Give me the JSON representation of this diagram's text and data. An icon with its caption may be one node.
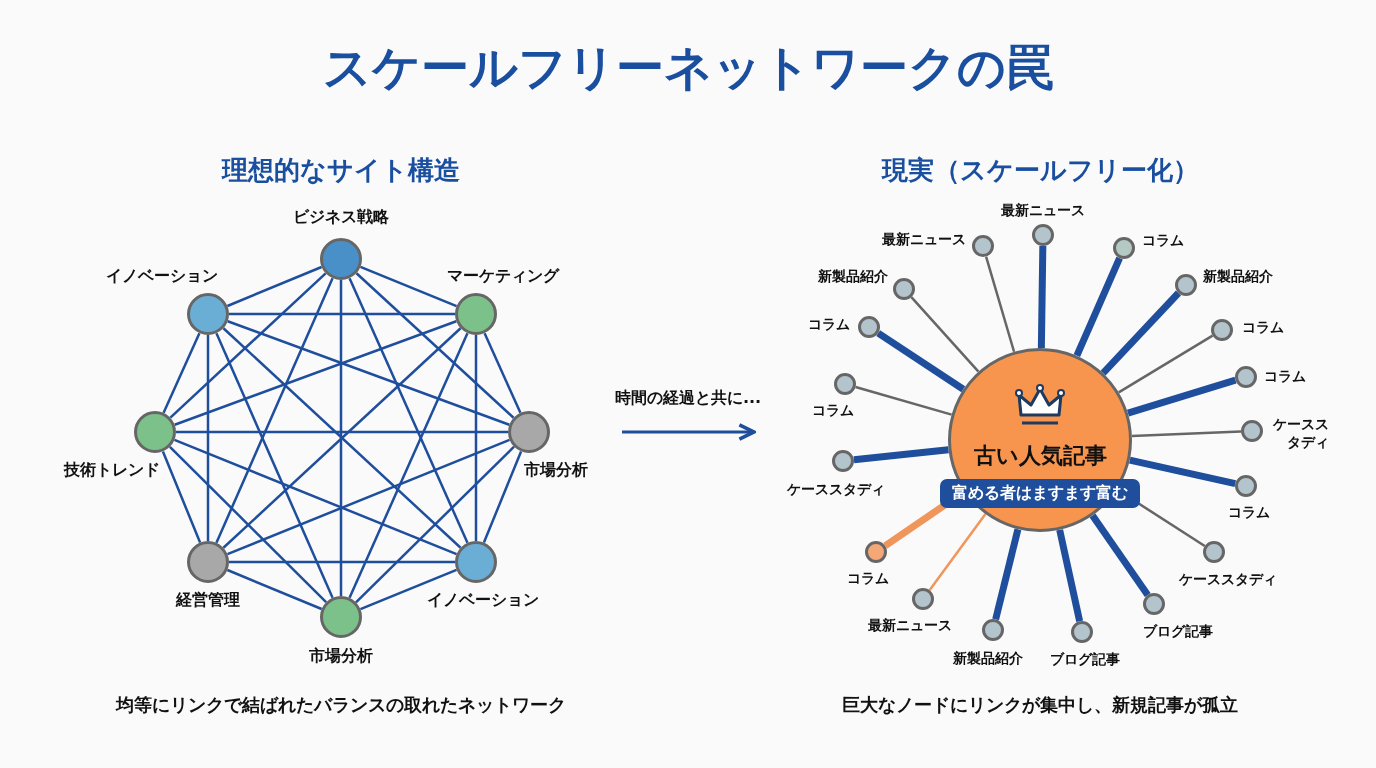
{
  "diagram": {
    "title": "スケールフリーネットワークの罠",
    "nodes": [
      {
        "text": [
          "ビジネス戦略"
        ]
      },
      {
        "text": [
          "マーケティング"
        ]
      },
      {
        "text": [
          "市場分析"
        ]
      },
      {
        "text": [
          "イノベーション"
        ]
      },
      {
        "text": [
          "市場分析"
        ]
      },
      {
        "text": [
          "経営管理"
        ]
      },
      {
        "text": [
          "技術トレンド"
        ]
      },
      {
        "text": [
          "イノベーション"
        ]
      },
      {
        "text": [
          "古い人気記事",
          "富める者はますます富む"
        ]
      },
      {
        "text": [
          "最新ニュース"
        ]
      },
      {
        "text": [
          "コラム"
        ]
      },
      {
        "text": [
          "新製品紹介"
        ]
      },
      {
        "text": [
          "コラム"
        ]
      },
      {
        "text": [
          "コラム"
        ]
      },
      {
        "text": [
          "ケーススタディ"
        ]
      },
      {
        "text": [
          "コラム"
        ]
      },
      {
        "text": [
          "ケーススタディ"
        ]
      },
      {
        "text": [
          "ブログ記事"
        ]
      },
      {
        "text": [
          "ブログ記事"
        ]
      },
      {
        "text": [
          "新製品紹介"
        ]
      },
      {
        "text": [
          "最新ニュース"
        ]
      },
      {
        "text": [
          "コラム"
        ]
      },
      {
        "text": [
          "ケーススタディ"
        ]
      },
      {
        "text": [
          "コラム"
        ]
      },
      {
        "text": [
          "コラム"
        ]
      },
      {
        "text": [
          "新製品紹介"
        ]
      },
      {
        "text": [
          "最新ニュース"
        ]
      }
    ],
    "edges": [
      {
        "from": 0,
        "to": 1,
        "arrow": "none"
      },
      {
        "from": 0,
        "to": 2,
        "arrow": "none"
      },
      {
        "from": 0,
        "to": 3,
        "arrow": "none"
      },
      {
        "from": 0,
        "to": 4,
        "arrow": "none"
      },
      {
        "from": 0,
        "to": 5,
        "arrow": "none"
      },
      {
        "from": 0,
        "to": 6,
        "arrow": "none"
      },
      {
        "from": 0,
        "to": 7,
        "arrow": "none"
      },
      {
        "from": 1,
        "to": 2,
        "arrow": "none"
      },
      {
        "from": 1,
        "to": 3,
        "arrow": "none"
      },
      {
        "from": 1,
        "to": 4,
        "arrow": "none"
      },
      {
        "from": 1,
        "to": 5,
        "arrow": "none"
      },
      {
        "from": 1,
        "to": 6,
        "arrow": "none"
      },
      {
        "from": 1,
        "to": 7,
        "arrow": "none"
      },
      {
        "from": 2,
        "to": 3,
        "arrow": "none"
      },
      {
        "from": 2,
        "to": 4,
        "arrow": "none"
      },
      {
        "from": 2,
        "to": 5,
        "arrow": "none"
      },
      {
        "from": 2,
        "to": 6,
        "arrow": "none"
      },
      {
        "from": 2,
        "to": 7,
        "arrow": "none"
      },
      {
        "from": 3,
        "to": 4,
        "arrow": "none"
      },
      {
        "from": 3,
        "to": 5,
        "arrow": "none"
      },
      {
        "from": 3,
        "to": 6,
        "arrow": "none"
      },
      {
        "from": 3,
        "to": 7,
        "arrow": "none"
      },
      {
        "from": 4,
        "to": 5,
        "arrow": "none"
      },
      {
        "from": 4,
        "to": 6,
        "arrow": "none"
      },
      {
        "from": 4,
        "to": 7,
        "arrow": "none"
      },
      {
        "from": 5,
        "to": 6,
        "arrow": "none"
      },
      {
        "from": 5,
        "to": 7,
        "arrow": "none"
      },
      {
        "from": 6,
        "to": 7,
        "arrow": "none"
      },
      {
        "from": 8,
        "to": 9,
        "arrow": "none",
        "style": "thick"
      },
      {
        "from": 8,
        "to": 10,
        "arrow": "none",
        "style": "thick"
      },
      {
        "from": 8,
        "to": 11,
        "arrow": "none",
        "style": "thick"
      },
      {
        "from": 8,
        "to": 12,
        "arrow": "none",
        "color": "#666666"
      },
      {
        "from": 8,
        "to": 13,
        "arrow": "none",
        "style": "thick"
      },
      {
        "from": 8,
        "to": 14,
        "arrow": "none",
        "color": "#666666"
      },
      {
        "from": 8,
        "to": 15,
        "arrow": "none",
        "style": "thick"
      },
      {
        "from": 8,
        "to": 16,
        "arrow": "none",
        "color": "#666666"
      },
      {
        "from": 8,
        "to": 17,
        "arrow": "none",
        "style": "thick"
      },
      {
        "from": 8,
        "to": 18,
        "arrow": "none",
        "style": "thick"
      },
      {
        "from": 8,
        "to": 19,
        "arrow": "none",
        "style": "thick"
      },
      {
        "from": 8,
        "to": 20,
        "arrow": "none",
        "color": "#f0965a"
      },
      {
        "from": 8,
        "to": 21,
        "arrow": "none",
        "style": "thick",
        "color": "#f0965a"
      },
      {
        "from": 8,
        "to": 22,
        "arrow": "none",
        "style": "thick"
      },
      {
        "from": 8,
        "to": 23,
        "arrow": "none",
        "color": "#666666"
      },
      {
        "from": 8,
        "to": 24,
        "arrow": "none",
        "style": "thick"
      },
      {
        "from": 8,
        "to": 25,
        "arrow": "none",
        "color": "#666666"
      },
      {
        "from": 8,
        "to": 26,
        "arrow": "none",
        "color": "#666666"
      }
    ],
    "labels": [
      "理想的なサイト構造",
      "現実（スケールフリー化）",
      "時間の経過と共に...",
      "均等にリンクで結ばれたバランスの取れたネットワーク",
      "巨大なノードにリンクが集中し、新規記事が孤立"
    ]
  }
}
